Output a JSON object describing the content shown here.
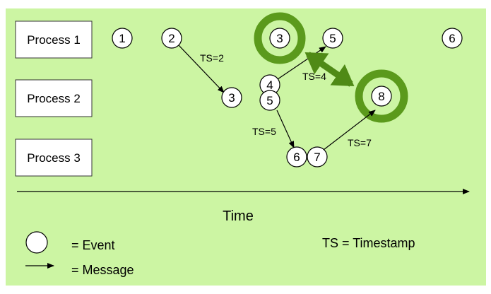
{
  "processes": [
    "Process 1",
    "Process 2",
    "Process 3"
  ],
  "events": {
    "p1": [
      "1",
      "2",
      "3",
      "5",
      "6"
    ],
    "p2": [
      "3",
      "4",
      "5",
      "8"
    ],
    "p3": [
      "6",
      "7"
    ]
  },
  "messages": [
    {
      "from": "2",
      "to": "3",
      "label": "TS=2"
    },
    {
      "from": "4",
      "to": "5",
      "label": "TS=4"
    },
    {
      "from": "5",
      "to": "6",
      "label": "TS=5"
    },
    {
      "from": "7",
      "to": "8",
      "label": "TS=7"
    }
  ],
  "axis": {
    "label": "Time"
  },
  "legend": {
    "event_label": "= Event",
    "message_label": "= Message",
    "timestamp_label": "TS = Timestamp"
  },
  "colors": {
    "background": "#ccf5a3",
    "highlight_ring": "#5b9a1c",
    "highlight_arrow": "#4f8a16",
    "node_fill": "#ffffff",
    "stroke": "#000000"
  }
}
